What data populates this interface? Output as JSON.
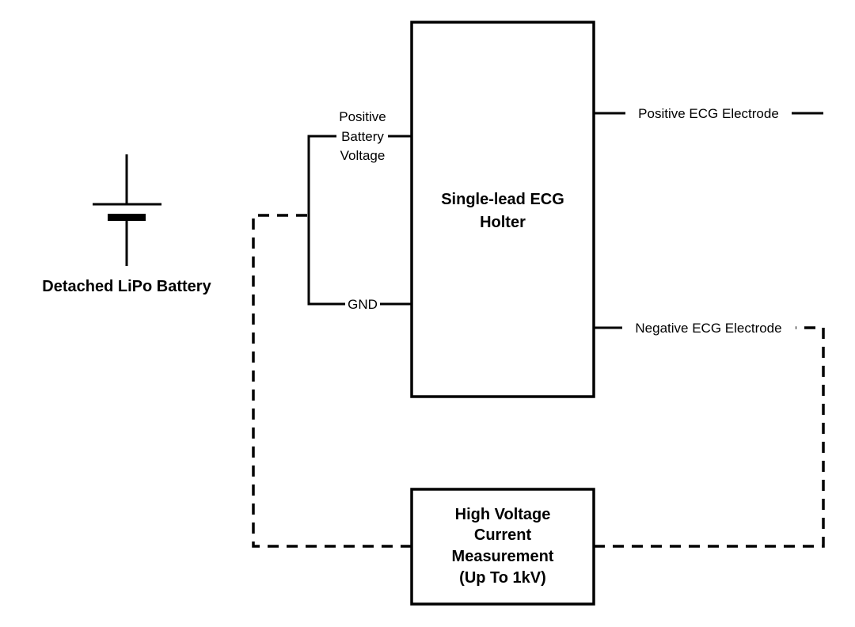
{
  "battery": {
    "label": "Detached LiPo Battery"
  },
  "holter": {
    "title_line1": "Single-lead ECG",
    "title_line2": "Holter",
    "pin_vbat_line1": "Positive",
    "pin_vbat_line2": "Battery",
    "pin_vbat_line3": "Voltage",
    "pin_gnd": "GND",
    "pin_pos_electrode": "Positive ECG Electrode",
    "pin_neg_electrode": "Negative ECG Electrode"
  },
  "meter": {
    "line1": "High Voltage",
    "line2": "Current",
    "line3": "Measurement",
    "line4": "(Up To 1kV)"
  }
}
